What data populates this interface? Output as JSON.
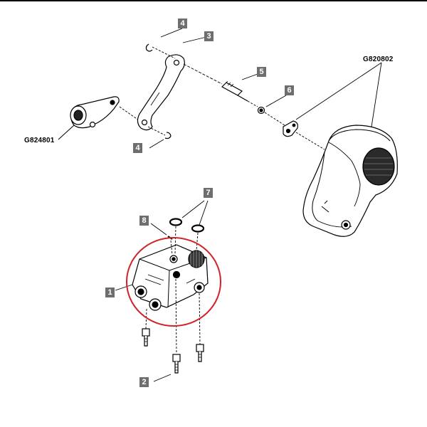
{
  "callouts": {
    "c1": "1",
    "c2": "2",
    "c3": "3",
    "c4a": "4",
    "c4b": "4",
    "c5": "5",
    "c6": "6",
    "c7": "7",
    "c8": "8"
  },
  "part_codes": {
    "left_link": "G824801",
    "right_housing": "G820802"
  },
  "highlight_color": "#d0232a"
}
